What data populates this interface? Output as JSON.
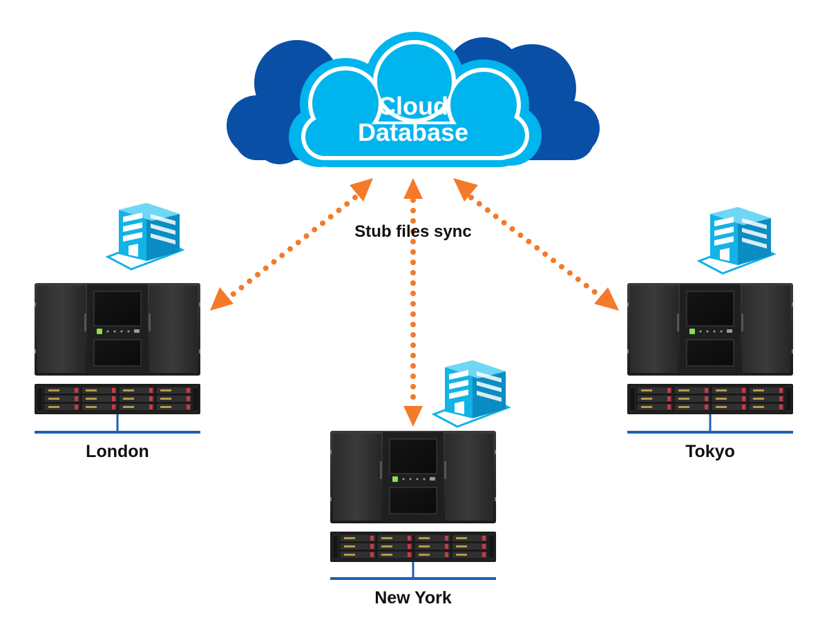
{
  "cloud": {
    "line1": "Cloud",
    "line2": "Database"
  },
  "sync_label": "Stub files sync",
  "sites": {
    "london": "London",
    "new_york": "New York",
    "tokyo": "Tokyo"
  },
  "colors": {
    "cloud_back": "#0a4fa6",
    "cloud_front": "#00b4ee",
    "arrow": "#f47a2a",
    "network_line": "#1b5fb6",
    "building": "#12b3e6",
    "device_body": "#2a2a2a"
  }
}
